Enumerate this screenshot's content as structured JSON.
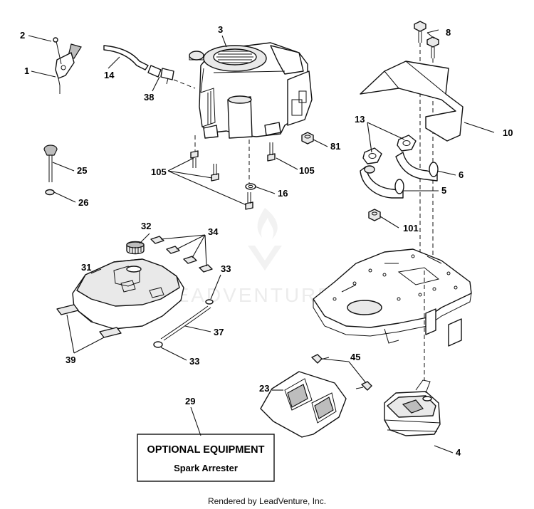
{
  "callouts": {
    "c1": "1",
    "c2": "2",
    "c3": "3",
    "c4": "4",
    "c5": "5",
    "c6": "6",
    "c8": "8",
    "c10": "10",
    "c13": "13",
    "c14": "14",
    "c16": "16",
    "c23": "23",
    "c25": "25",
    "c26": "26",
    "c29": "29",
    "c31": "31",
    "c32": "32",
    "c33a": "33",
    "c33b": "33",
    "c34": "34",
    "c37": "37",
    "c38": "38",
    "c39": "39",
    "c45": "45",
    "c81": "81",
    "c101": "101",
    "c105a": "105",
    "c105b": "105"
  },
  "optional_box": {
    "title": "OPTIONAL EQUIPMENT",
    "subtitle": "Spark Arrester"
  },
  "watermark": "LEADVENTURE",
  "footer": "Rendered by LeadVenture, Inc."
}
